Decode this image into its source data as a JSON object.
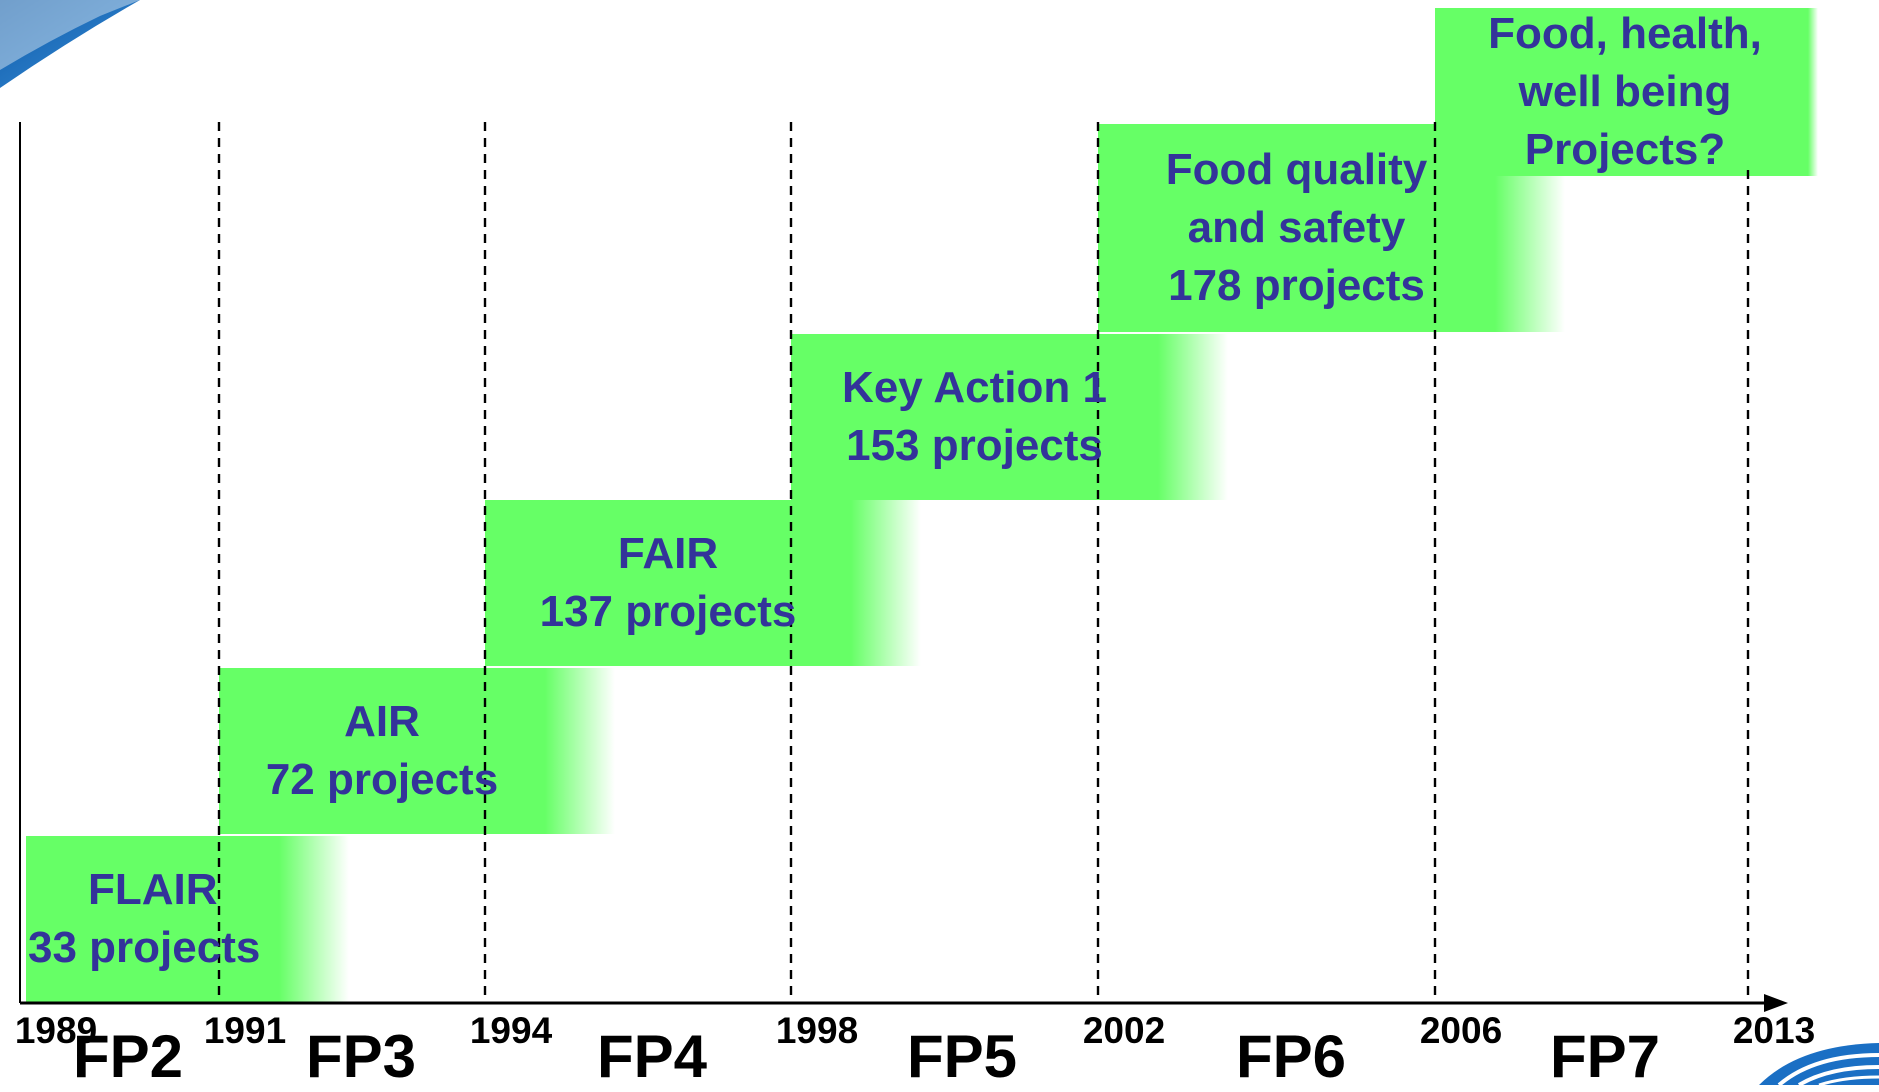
{
  "colors": {
    "box": "#66ff66",
    "box_text": "#33339a",
    "axis": "#000000",
    "corner_logo": "#1a6fc4"
  },
  "programmes": [
    {
      "name": "FP2",
      "lines": [
        "FLAIR",
        "33 projects"
      ]
    },
    {
      "name": "FP3",
      "lines": [
        "AIR",
        "72 projects"
      ]
    },
    {
      "name": "FP4",
      "lines": [
        "FAIR",
        "137 projects"
      ]
    },
    {
      "name": "FP5",
      "lines": [
        "Key Action 1",
        "153 projects"
      ]
    },
    {
      "name": "FP6",
      "lines": [
        "Food quality",
        "and safety",
        "178 projects"
      ]
    },
    {
      "name": "FP7",
      "lines": [
        "Food, health,",
        "well being",
        "Projects?"
      ]
    }
  ],
  "years": [
    "1989",
    "1991",
    "1994",
    "1998",
    "2002",
    "2006",
    "2013"
  ],
  "icons": [
    "top-left-swoosh-logo",
    "bottom-right-logo"
  ]
}
